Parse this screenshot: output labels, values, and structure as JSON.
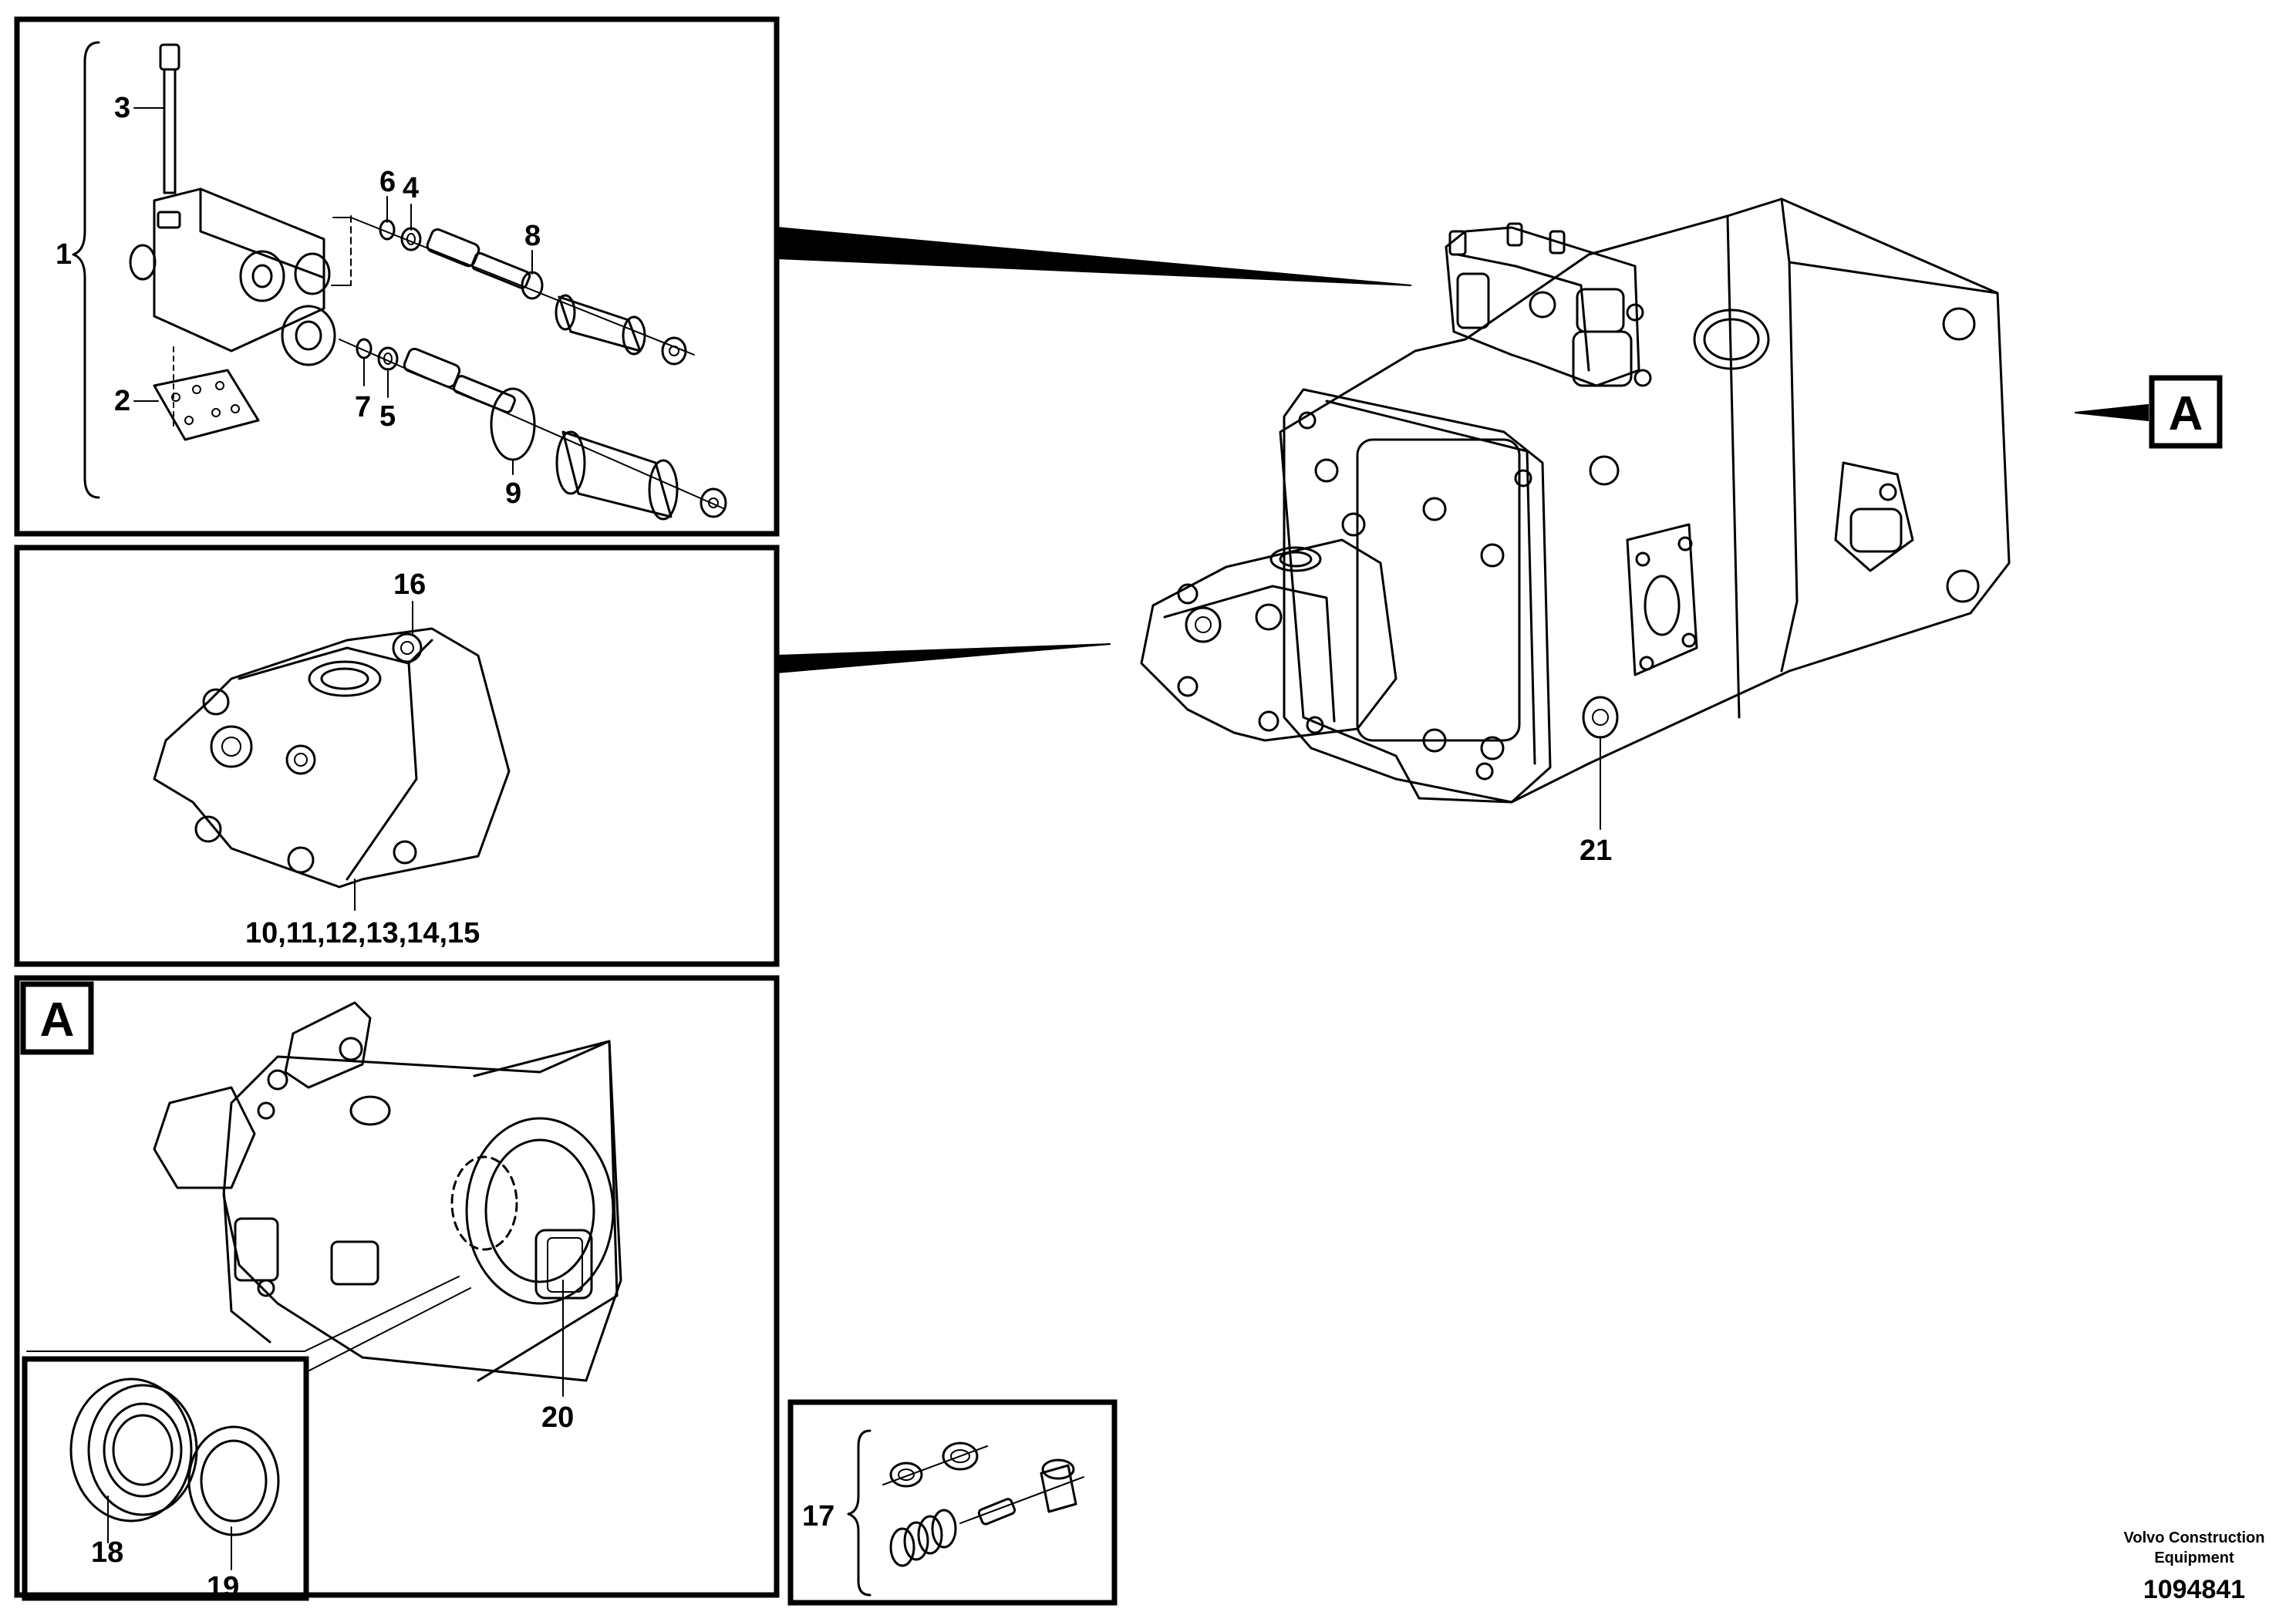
{
  "callouts": {
    "c1": "1",
    "c2": "2",
    "c3": "3",
    "c4": "4",
    "c5": "5",
    "c6": "6",
    "c7": "7",
    "c8": "8",
    "c9": "9",
    "c10_15": "10,11,12,13,14,15",
    "c16": "16",
    "c17": "17",
    "c18": "18",
    "c19": "19",
    "c20": "20",
    "c21": "21"
  },
  "view_marker": {
    "letter": "A"
  },
  "footer": {
    "brand_line1": "Volvo Construction",
    "brand_line2": "Equipment",
    "drawing_number": "1094841"
  }
}
